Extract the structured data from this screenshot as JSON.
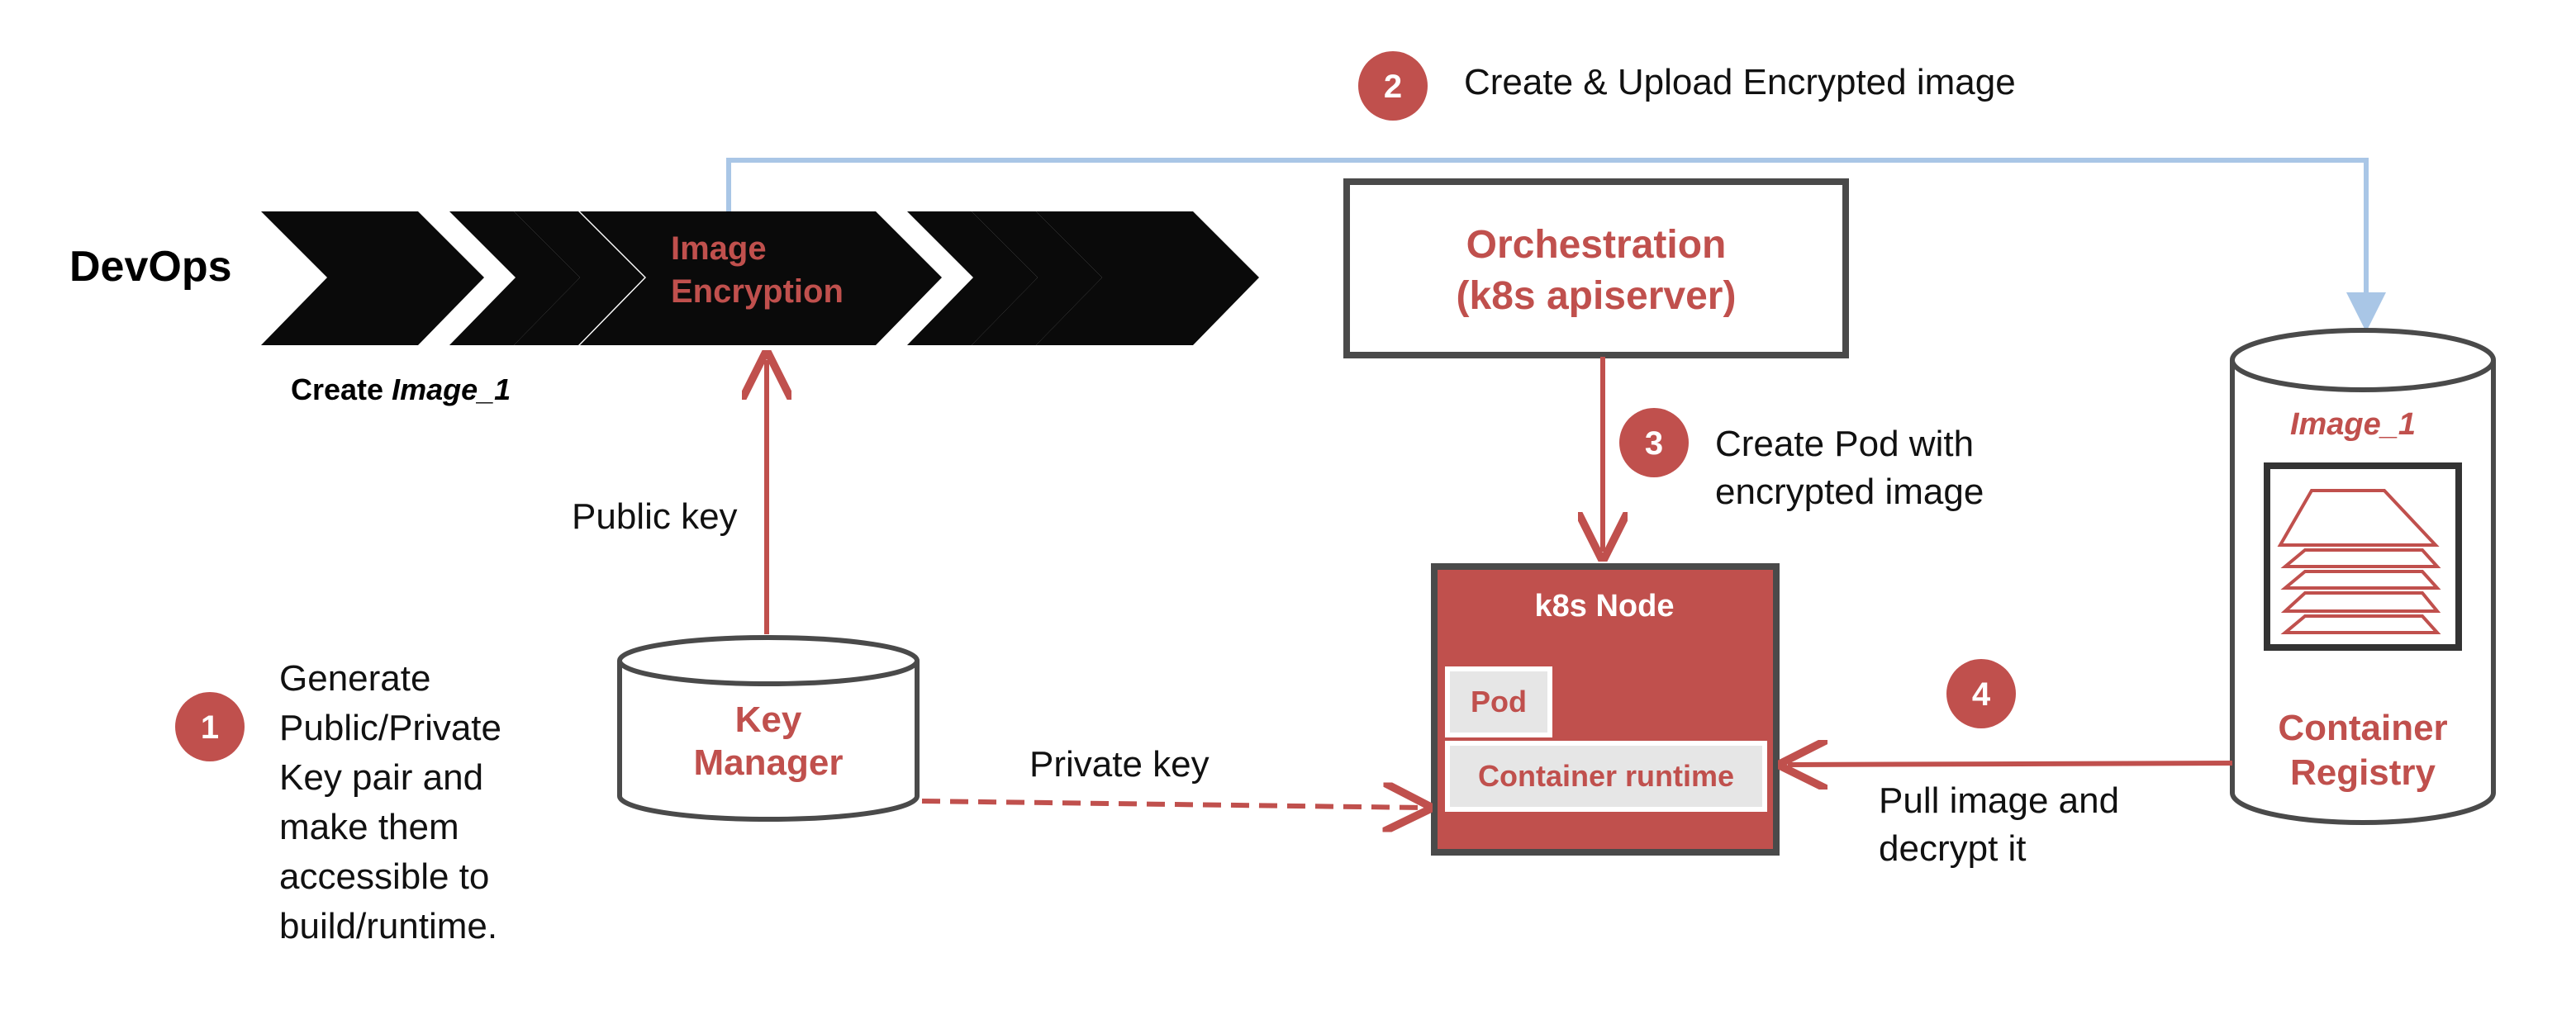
{
  "colors": {
    "accent_red": "#c0504d",
    "blue_line": "#a9c6e6",
    "box_border": "#4a4a4a",
    "black": "#000000"
  },
  "devops": {
    "label": "DevOps",
    "stage_label": "Image\nEncryption",
    "create_prefix": "Create ",
    "create_image": "Image_1"
  },
  "steps": [
    {
      "number": "1",
      "text": "Generate\nPublic/Private\nKey pair and\nmake them\naccessible to\nbuild/runtime."
    },
    {
      "number": "2",
      "text": "Create & Upload Encrypted image"
    },
    {
      "number": "3",
      "text": "Create Pod with\nencrypted image"
    },
    {
      "number": "4",
      "text": "Pull image and\ndecrypt it"
    }
  ],
  "orchestration": {
    "label": "Orchestration\n(k8s apiserver)"
  },
  "key_manager": {
    "label": "Key\nManager"
  },
  "k8s_node": {
    "title": "k8s Node",
    "pod": "Pod",
    "runtime": "Container runtime"
  },
  "registry": {
    "image": "Image_1",
    "label": "Container\nRegistry"
  },
  "arrows": {
    "public_key": "Public key",
    "private_key": "Private key"
  }
}
